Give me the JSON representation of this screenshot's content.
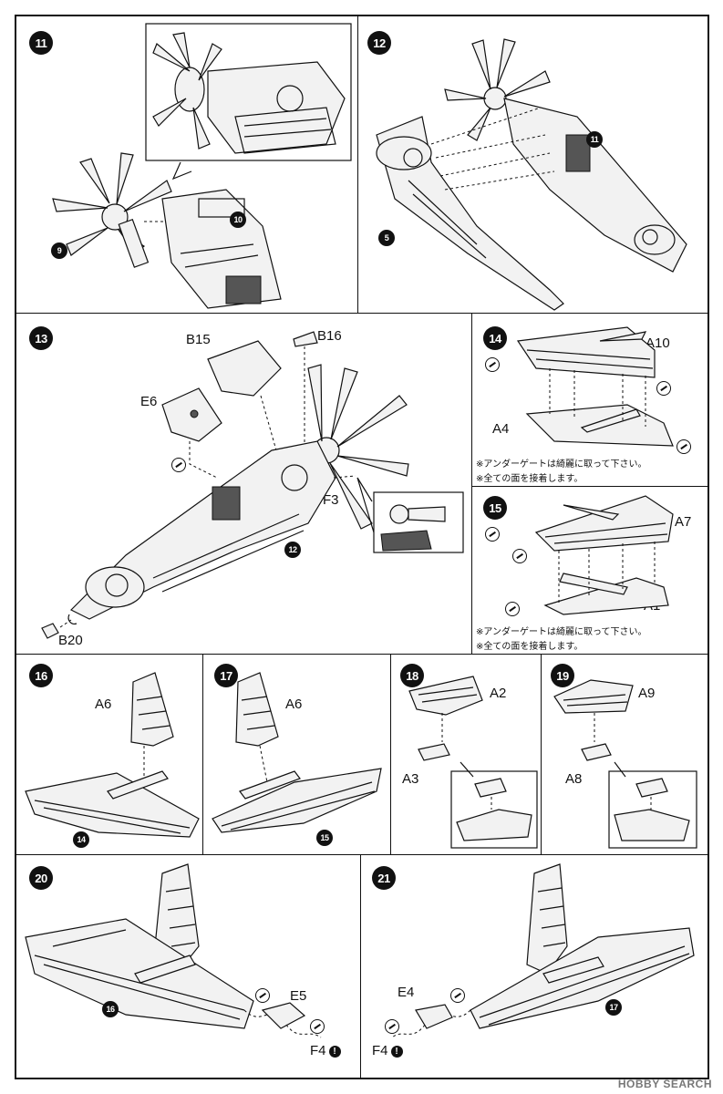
{
  "steps": {
    "s11": {
      "number": "11",
      "part_labels": [],
      "refs": [
        "9",
        "10"
      ]
    },
    "s12": {
      "number": "12",
      "refs": [
        "11",
        "5"
      ]
    },
    "s13": {
      "number": "13",
      "part_labels": [
        "B15",
        "B16",
        "E6",
        "F3",
        "B20"
      ],
      "refs": [
        "12"
      ]
    },
    "s14": {
      "number": "14",
      "part_labels": [
        "A10",
        "A4"
      ],
      "notes": [
        "※アンダーゲートは綺麗に取って下さい。",
        "※全ての面を接着します。"
      ]
    },
    "s15": {
      "number": "15",
      "part_labels": [
        "A7",
        "A1"
      ],
      "notes": [
        "※アンダーゲートは綺麗に取って下さい。",
        "※全ての面を接着します。"
      ]
    },
    "s16": {
      "number": "16",
      "part_labels": [
        "A6"
      ],
      "refs": [
        "14"
      ]
    },
    "s17": {
      "number": "17",
      "part_labels": [
        "A6"
      ],
      "refs": [
        "15"
      ]
    },
    "s18": {
      "number": "18",
      "part_labels": [
        "A2",
        "A3"
      ]
    },
    "s19": {
      "number": "19",
      "part_labels": [
        "A9",
        "A8"
      ]
    },
    "s20": {
      "number": "20",
      "part_labels": [
        "E5",
        "F4"
      ],
      "refs": [
        "16"
      ]
    },
    "s21": {
      "number": "21",
      "part_labels": [
        "E4",
        "F4"
      ],
      "refs": [
        "17"
      ]
    }
  },
  "warning_glyph": "!",
  "watermark": "HOBBY SEARCH",
  "icons": {
    "gate": "underside-gate-icon",
    "warning": "exclamation-circle-icon"
  }
}
